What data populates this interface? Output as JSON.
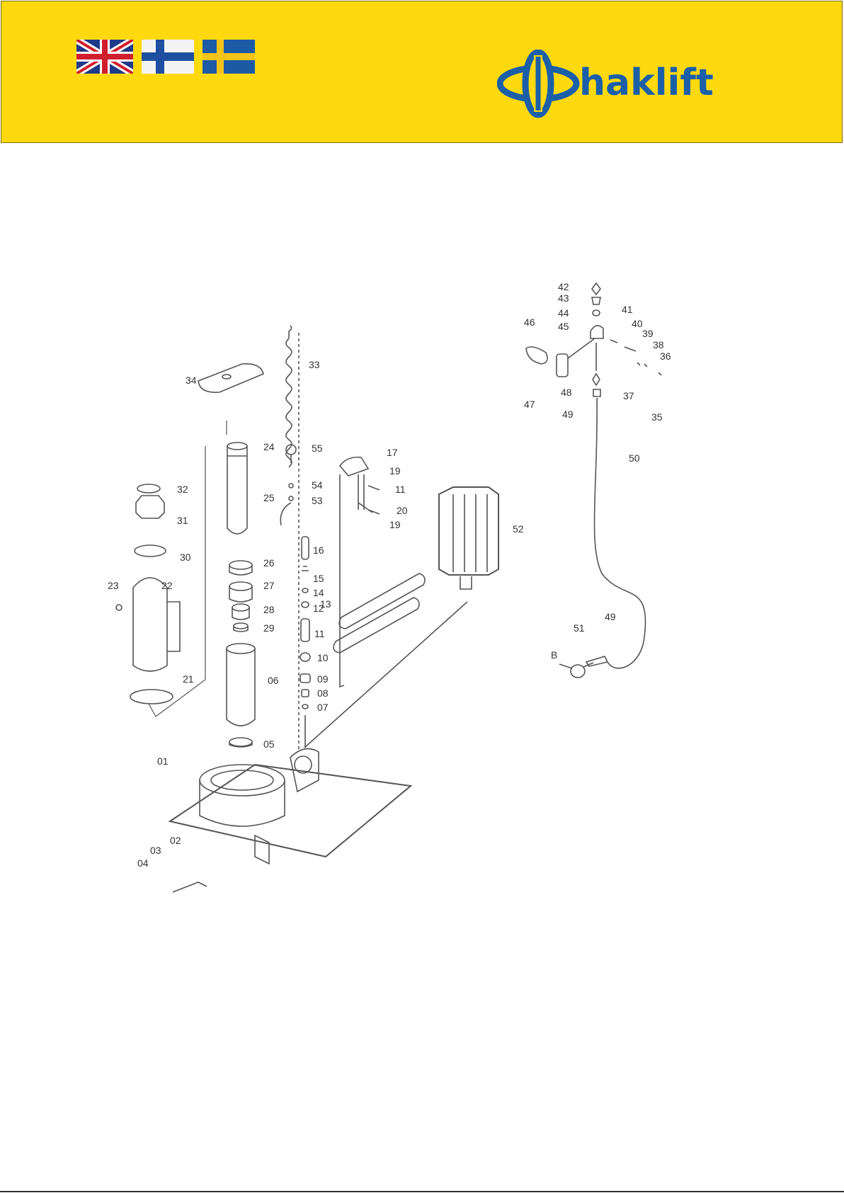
{
  "colors": {
    "header": "#ffd90f",
    "logo_blue": "#1a5fa8",
    "diagram_line": "#555555",
    "header_border": "#7a6a10"
  },
  "header": {
    "flags": [
      "uk-flag",
      "finland-flag",
      "sweden-flag"
    ],
    "logo_text": "haklift"
  },
  "diagram": {
    "labels": [
      {
        "id": "42",
        "text": "42"
      },
      {
        "id": "43",
        "text": "43"
      },
      {
        "id": "44",
        "text": "44"
      },
      {
        "id": "41",
        "text": "41"
      },
      {
        "id": "46",
        "text": "46"
      },
      {
        "id": "45",
        "text": "45"
      },
      {
        "id": "40",
        "text": "40"
      },
      {
        "id": "39",
        "text": "39"
      },
      {
        "id": "38",
        "text": "38"
      },
      {
        "id": "36",
        "text": "36"
      },
      {
        "id": "37",
        "text": "37"
      },
      {
        "id": "35",
        "text": "35"
      },
      {
        "id": "47",
        "text": "47"
      },
      {
        "id": "48",
        "text": "48"
      },
      {
        "id": "49a",
        "text": "49"
      },
      {
        "id": "50",
        "text": "50"
      },
      {
        "id": "49b",
        "text": "49"
      },
      {
        "id": "51",
        "text": "51"
      },
      {
        "id": "B",
        "text": "B"
      },
      {
        "id": "33",
        "text": "33"
      },
      {
        "id": "34",
        "text": "34"
      },
      {
        "id": "24",
        "text": "24"
      },
      {
        "id": "55",
        "text": "55"
      },
      {
        "id": "17",
        "text": "17"
      },
      {
        "id": "19a",
        "text": "19"
      },
      {
        "id": "11a",
        "text": "11"
      },
      {
        "id": "32",
        "text": "32"
      },
      {
        "id": "54",
        "text": "54"
      },
      {
        "id": "25",
        "text": "25"
      },
      {
        "id": "53",
        "text": "53"
      },
      {
        "id": "20",
        "text": "20"
      },
      {
        "id": "19b",
        "text": "19"
      },
      {
        "id": "52",
        "text": "52"
      },
      {
        "id": "31",
        "text": "31"
      },
      {
        "id": "30",
        "text": "30"
      },
      {
        "id": "16",
        "text": "16"
      },
      {
        "id": "26",
        "text": "26"
      },
      {
        "id": "15",
        "text": "15"
      },
      {
        "id": "23",
        "text": "23"
      },
      {
        "id": "22",
        "text": "22"
      },
      {
        "id": "27",
        "text": "27"
      },
      {
        "id": "14",
        "text": "14"
      },
      {
        "id": "13",
        "text": "13"
      },
      {
        "id": "12",
        "text": "12"
      },
      {
        "id": "28",
        "text": "28"
      },
      {
        "id": "29",
        "text": "29"
      },
      {
        "id": "11b",
        "text": "11"
      },
      {
        "id": "10",
        "text": "10"
      },
      {
        "id": "21",
        "text": "21"
      },
      {
        "id": "06",
        "text": "06"
      },
      {
        "id": "09",
        "text": "09"
      },
      {
        "id": "08",
        "text": "08"
      },
      {
        "id": "07",
        "text": "07"
      },
      {
        "id": "05",
        "text": "05"
      },
      {
        "id": "01",
        "text": "01"
      },
      {
        "id": "02",
        "text": "02"
      },
      {
        "id": "03",
        "text": "03"
      },
      {
        "id": "04",
        "text": "04"
      }
    ]
  }
}
